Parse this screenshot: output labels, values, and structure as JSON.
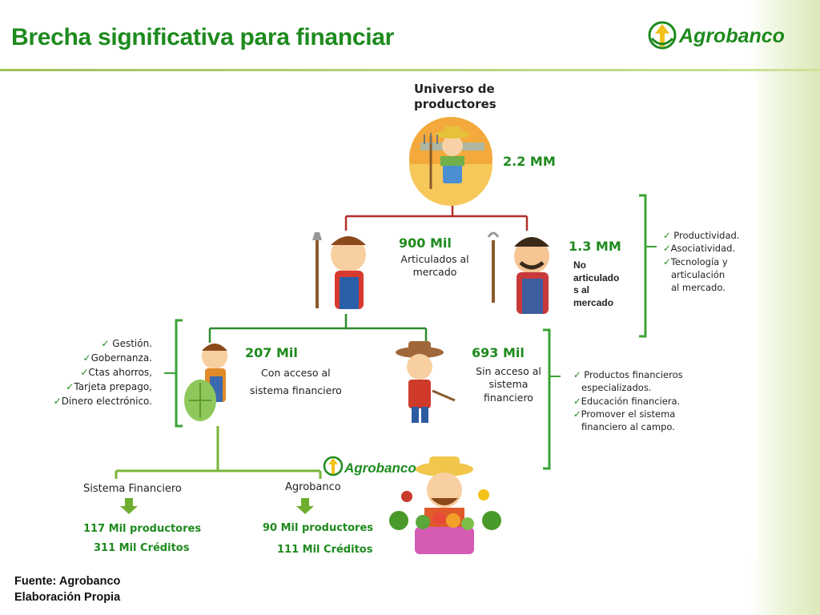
{
  "slide": {
    "title": "Brecha significativa para financiar",
    "logo_text": "Agrobanco"
  },
  "universe": {
    "label_line1": "Universo de",
    "label_line2": "productores",
    "value": "2.2 MM"
  },
  "articulated": {
    "value": "900 Mil",
    "label_line1": "Articulados al",
    "label_line2": "mercado"
  },
  "not_articulated": {
    "value": "1.3 MM",
    "label_lines": [
      "No",
      "articulado",
      "s al",
      "mercado"
    ],
    "needs": [
      "Productividad.",
      "Asociatividad.",
      "Tecnología y",
      "articulación",
      "al mercado."
    ]
  },
  "with_access": {
    "value": "207 Mil",
    "label_line1": "Con acceso al",
    "label_line2": "sistema financiero",
    "features": [
      "Gestión.",
      "Gobernanza.",
      "Ctas ahorros,",
      "Tarjeta prepago,",
      "Dinero electrónico."
    ]
  },
  "without_access": {
    "value": "693 Mil",
    "label_lines": [
      "Sin acceso al",
      "sistema",
      "financiero"
    ],
    "needs": [
      "Productos financieros",
      "especializados.",
      "Educación financiera.",
      "Promover el sistema",
      "financiero al campo."
    ]
  },
  "financial_system": {
    "label": "Sistema Financiero",
    "producers": "117 Mil productores",
    "credits": "311 Mil Créditos"
  },
  "agrobanco": {
    "label": "Agrobanco",
    "logo_text": "Agrobanco",
    "producers": "90 Mil productores",
    "credits": "111 Mil Créditos"
  },
  "footer": {
    "line1": "Fuente: Agrobanco",
    "line2": "Elaboración Propia"
  },
  "colors": {
    "brand_green": "#1e8a1e",
    "connector_red": "#b5302a",
    "bracket_green": "#3aa335",
    "arrow_green": "#6fae2f",
    "logo_yellow": "#f2c21b"
  }
}
